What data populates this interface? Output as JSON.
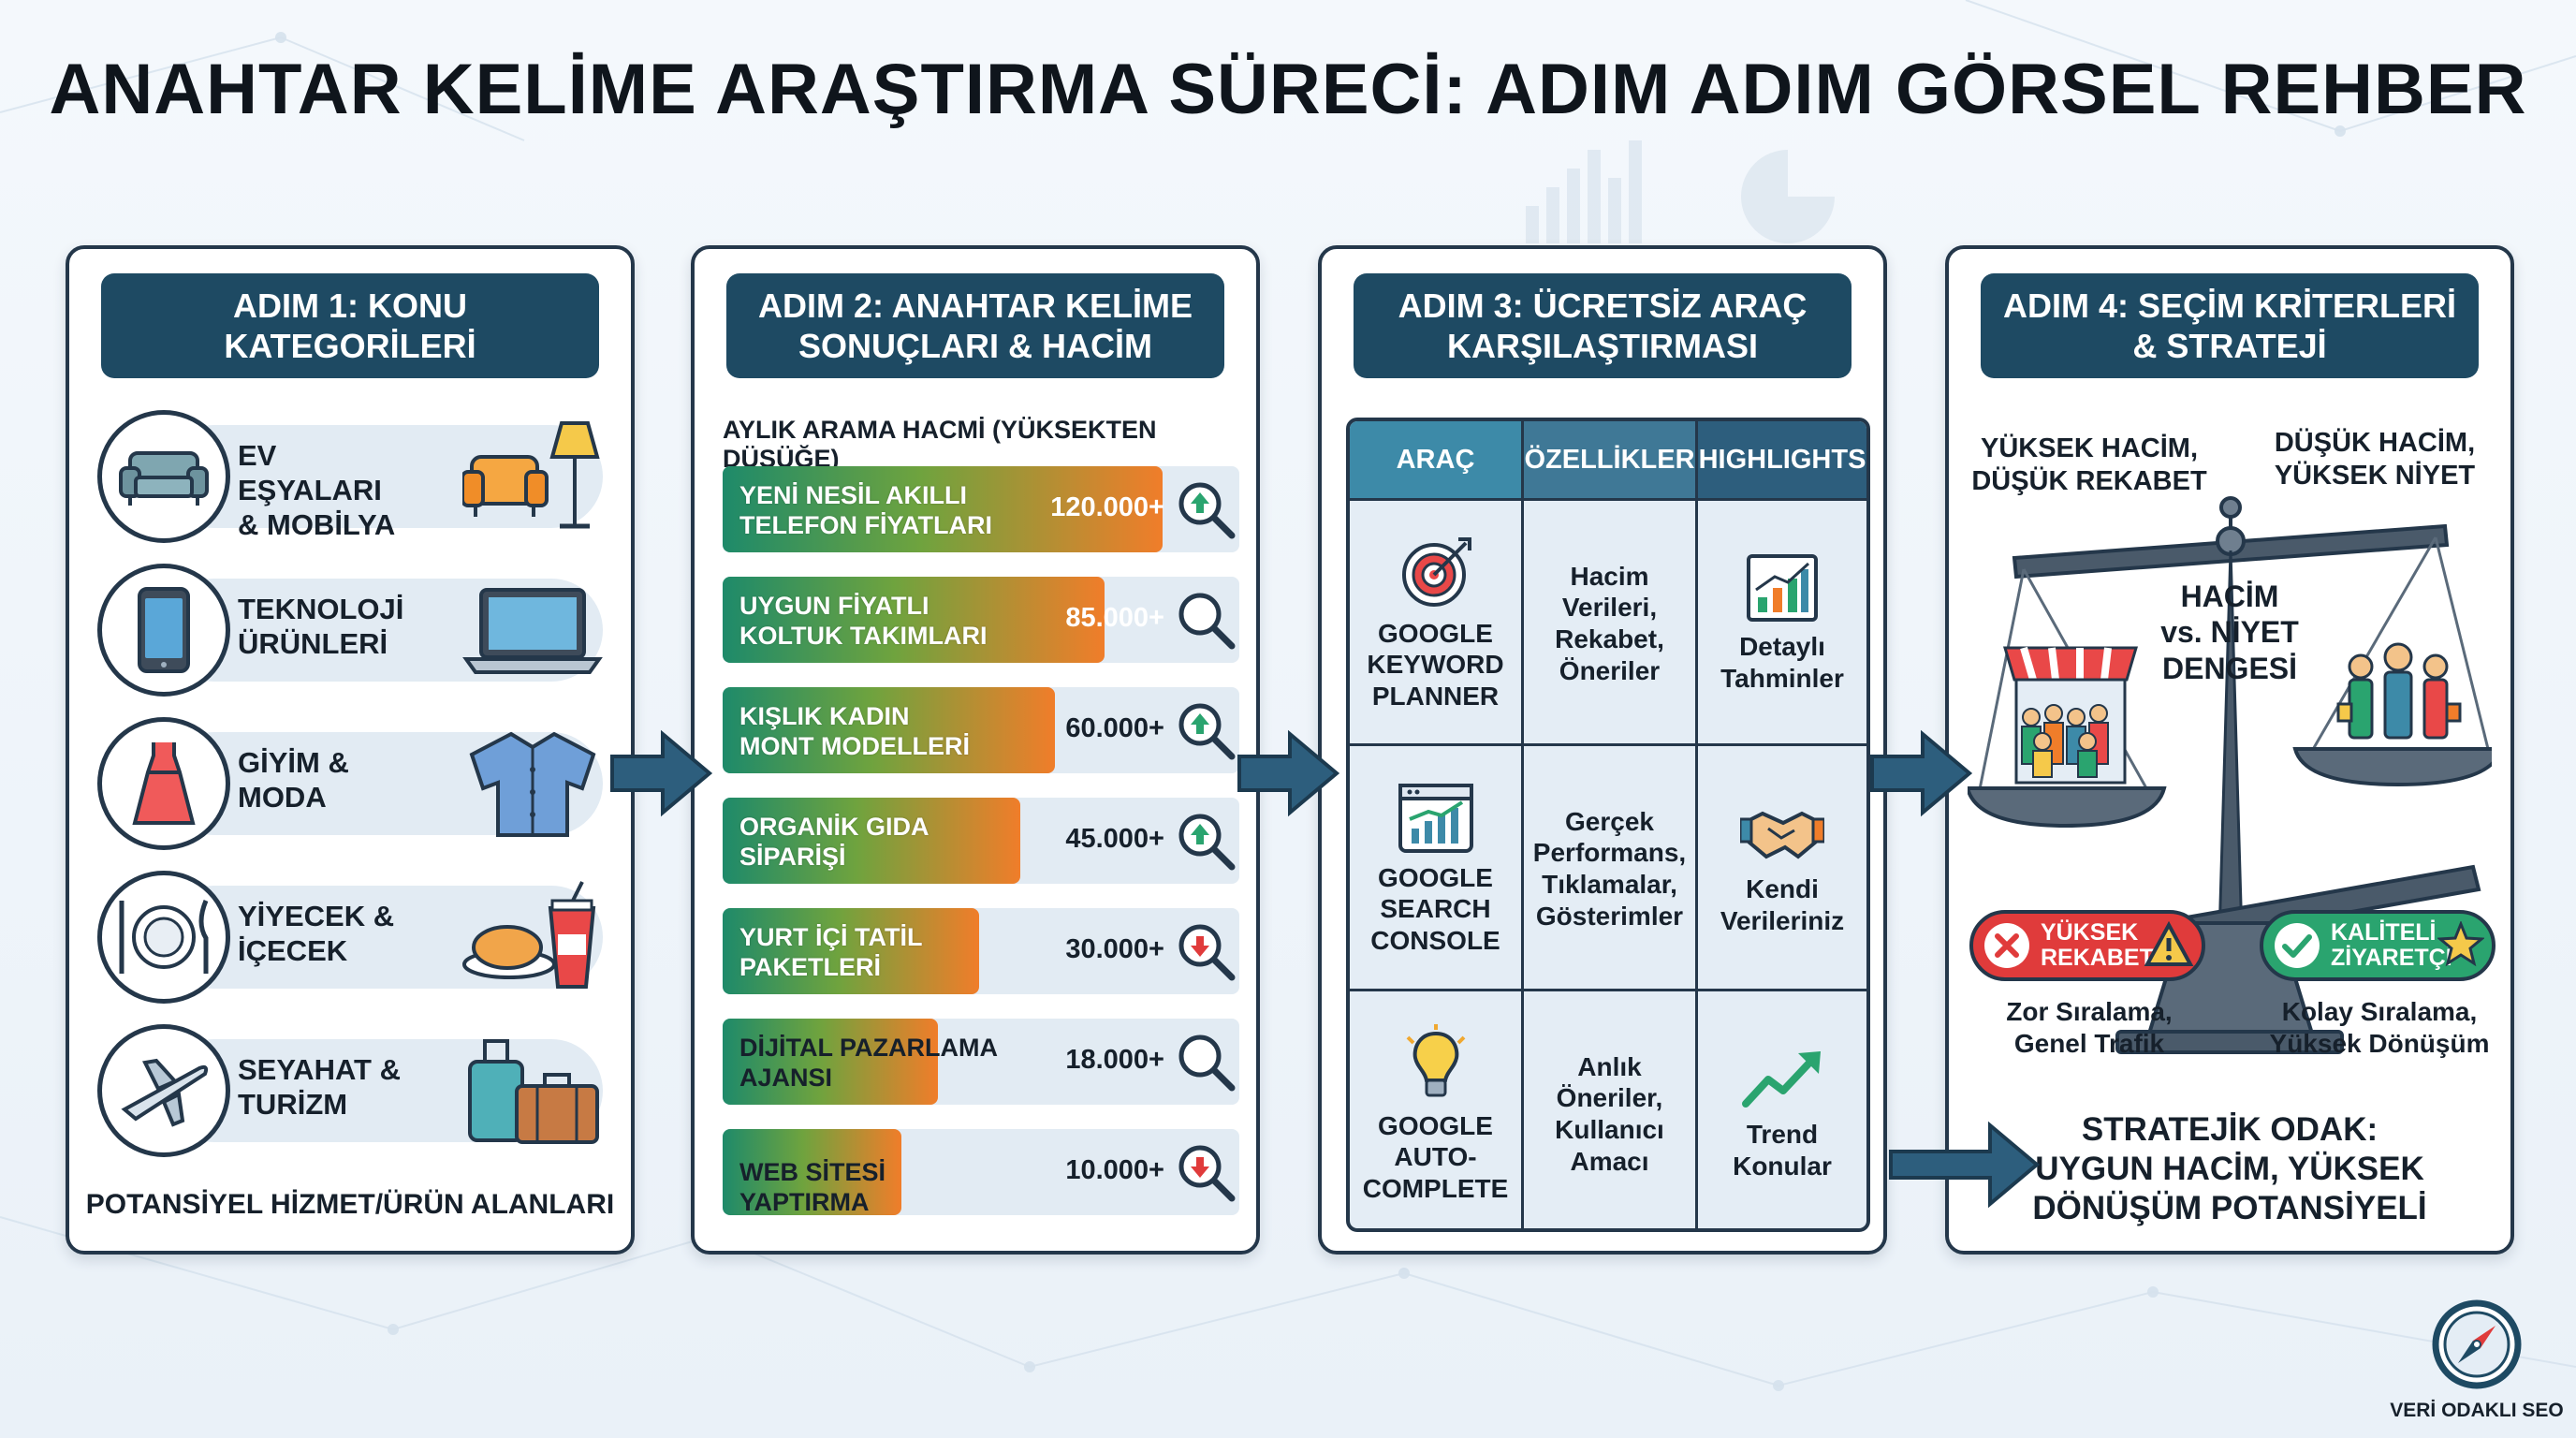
{
  "title": "ANAHTAR KELİME ARAŞTIRMA SÜRECİ: ADIM ADIM GÖRSEL REHBER",
  "colors": {
    "navy": "#1e4a63",
    "border": "#24374a",
    "green": "#1e8a6a",
    "orange": "#f07d2a",
    "red": "#e03b3b",
    "teal": "#2aa46f"
  },
  "step1": {
    "header": "ADIM 1: KONU KATEGORİLERİ",
    "categories": [
      {
        "label": "EV EŞYALARI\n& MOBİLYA",
        "icon": "sofa-icon",
        "illustration": "armchair-lamp-icon"
      },
      {
        "label": "TEKNOLOJİ\nÜRÜNLERİ",
        "icon": "smartphone-icon",
        "illustration": "laptop-icon"
      },
      {
        "label": "GİYİM &\nMODA",
        "icon": "dress-icon",
        "illustration": "shirt-icon"
      },
      {
        "label": "YİYECEK &\nİÇECEK",
        "icon": "plate-cutlery-icon",
        "illustration": "food-drink-icon"
      },
      {
        "label": "SEYAHAT &\nTURİZM",
        "icon": "airplane-icon",
        "illustration": "luggage-icon"
      }
    ],
    "footer": "POTANSİYEL HİZMET/ÜRÜN ALANLARI"
  },
  "step2": {
    "header": "ADIM 2: ANAHTAR KELİME\nSONUÇLARI & HACİM",
    "subheader": "AYLIK ARAMA HACMİ (YÜKSEKTEN DÜŞÜĞE)",
    "keywords": [
      {
        "label": "YENİ NESİL AKILLI\nTELEFON FİYATLARI",
        "value": "120.000+",
        "volume": 120000,
        "trend": "up"
      },
      {
        "label": "UYGUN FİYATLI\nKOLTUK TAKIMLARI",
        "value": "85.000+",
        "volume": 85000,
        "trend": "none"
      },
      {
        "label": "KIŞLIK KADIN\nMONT MODELLERİ",
        "value": "60.000+",
        "volume": 60000,
        "trend": "up"
      },
      {
        "label": "ORGANİK GIDA\nSİPARİŞİ",
        "value": "45.000+",
        "volume": 45000,
        "trend": "up"
      },
      {
        "label": "YURT İÇİ TATİL\nPAKETLERİ",
        "value": "30.000+",
        "volume": 30000,
        "trend": "down"
      },
      {
        "label": "DİJİTAL PAZARLAMA\nAJANSI",
        "value": "18.000+",
        "volume": 18000,
        "trend": "none"
      },
      {
        "label": "WEB SİTESİ YAPTIRMA",
        "value": "10.000+",
        "volume": 10000,
        "trend": "down"
      }
    ]
  },
  "step3": {
    "header": "ADIM 3: ÜCRETSİZ ARAÇ\nKARŞILAŞTIRMASI",
    "columns": [
      "ARAÇ",
      "ÖZELLİKLER",
      "HIGHLIGHTS"
    ],
    "rows": [
      {
        "tool": "GOOGLE\nKEYWORD\nPLANNER",
        "tool_icon": "target-icon",
        "features": "Hacim\nVerileri,\nRekabet,\nÖneriler",
        "highlight": "Detaylı\nTahminler",
        "highlight_icon": "bar-chart-icon"
      },
      {
        "tool": "GOOGLE\nSEARCH\nCONSOLE",
        "tool_icon": "analytics-window-icon",
        "features": "Gerçek\nPerformans,\nTıklamalar,\nGösterimler",
        "highlight": "Kendi\nVerileriniz",
        "highlight_icon": "handshake-icon"
      },
      {
        "tool": "GOOGLE\nAUTO-\nCOMPLETE",
        "tool_icon": "lightbulb-icon",
        "features": "Anlık\nÖneriler,\nKullanıcı\nAmacı",
        "highlight": "Trend\nKonular",
        "highlight_icon": "trend-arrow-icon"
      }
    ]
  },
  "step4": {
    "header": "ADIM 4: SEÇİM KRİTERLERİ\n& STRATEJİ",
    "left_label": "YÜKSEK HACİM,\nDÜŞÜK REKABET",
    "right_label": "DÜŞÜK HACİM,\nYÜKSEK NİYET",
    "balance_label": "HACİM\nvs. NİYET\nDENGESİ",
    "badge_left": "YÜKSEK\nREKABET",
    "badge_right": "KALİTELİ\nZİYARETÇİ",
    "left_caption": "Zor Sıralama,\nGenel Trafik",
    "right_caption": "Kolay Sıralama,\nYüksek Dönüşüm",
    "strategy": "STRATEJİK ODAK:\nUYGUN HACİM, YÜKSEK\nDÖNÜŞÜM POTANSİYELİ"
  },
  "brand": {
    "name": "VERİ ODAKLI SEO",
    "icon": "compass-icon"
  }
}
